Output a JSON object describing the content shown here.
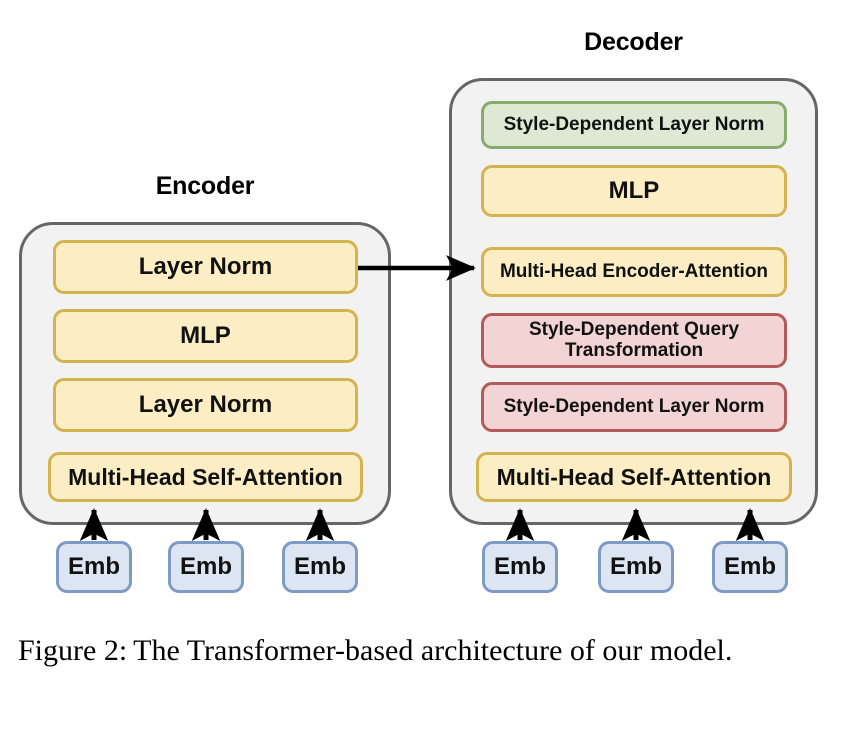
{
  "figure": {
    "caption_label": "Figure 2:",
    "caption_text": "The Transformer-based architecture of our model."
  },
  "encoder": {
    "title": "Encoder",
    "layers": [
      {
        "label": "Layer Norm",
        "color": "yellow"
      },
      {
        "label": "MLP",
        "color": "yellow"
      },
      {
        "label": "Layer Norm",
        "color": "yellow"
      },
      {
        "label": "Multi-Head Self-Attention",
        "color": "yellow"
      }
    ],
    "embeddings": [
      {
        "label": "Emb"
      },
      {
        "label": "Emb"
      },
      {
        "label": "Emb"
      }
    ]
  },
  "decoder": {
    "title": "Decoder",
    "layers": [
      {
        "label": "Style-Dependent Layer Norm",
        "color": "green"
      },
      {
        "label": "MLP",
        "color": "yellow"
      },
      {
        "label": "Multi-Head Encoder-Attention",
        "color": "yellow"
      },
      {
        "label": "Style-Dependent Query Transformation",
        "color": "red"
      },
      {
        "label": "Style-Dependent Layer Norm",
        "color": "red"
      },
      {
        "label": "Multi-Head Self-Attention",
        "color": "yellow"
      }
    ],
    "embeddings": [
      {
        "label": "Emb"
      },
      {
        "label": "Emb"
      },
      {
        "label": "Emb"
      }
    ]
  },
  "connections": {
    "encoder_to_decoder": "encoder-layer-norm-to-multi-head-encoder-attention",
    "embedding_arrows": "embedding-to-multi-head-self-attention"
  },
  "colors": {
    "yellow_fill": "#fbeec4",
    "yellow_border": "#d4b451",
    "green_fill": "#dde9d5",
    "green_border": "#86ab6d",
    "red_fill": "#f2d4d4",
    "red_border": "#b35a5a",
    "blue_fill": "#dce5f2",
    "blue_border": "#7f9ac4",
    "container_fill": "#f2f2f2",
    "container_border": "#666666",
    "arrow": "#000000",
    "background": "#ffffff"
  }
}
